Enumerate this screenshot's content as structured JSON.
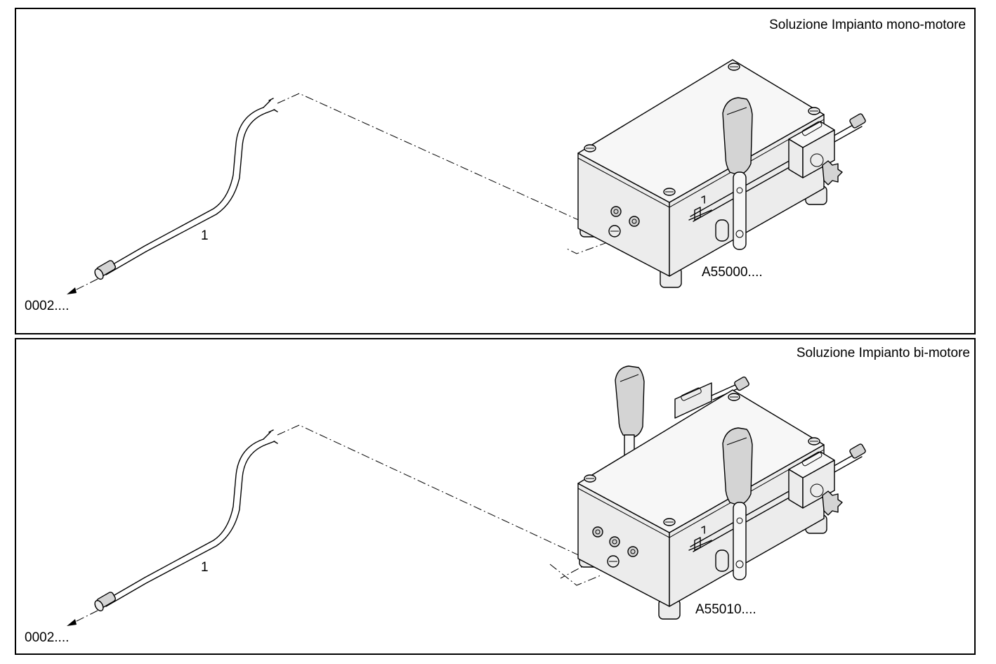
{
  "panels": [
    {
      "title": "Soluzione Impianto mono-motore",
      "part_number": "1",
      "cable_ref": "0002....",
      "unit_code": "A55000...."
    },
    {
      "title": "Soluzione Impianto bi-motore",
      "part_number": "1",
      "cable_ref": "0002....",
      "unit_code": "A55010...."
    }
  ]
}
